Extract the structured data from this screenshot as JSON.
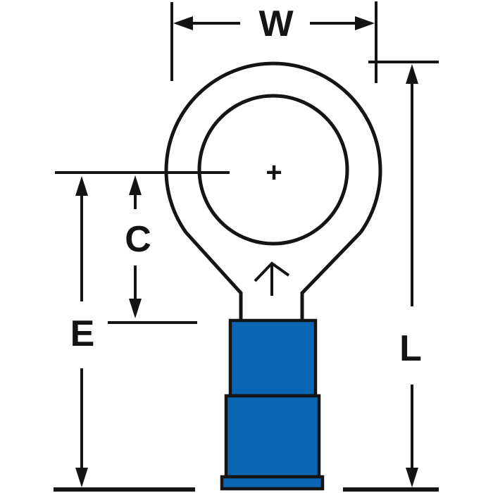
{
  "figure": {
    "dimension_labels": {
      "w": "W",
      "c": "C",
      "e": "E",
      "l": "L"
    },
    "center_mark_glyph": "+",
    "colors": {
      "insulation_blue": "#0a66b2",
      "line": "#141414",
      "background": "#ffffff"
    }
  }
}
